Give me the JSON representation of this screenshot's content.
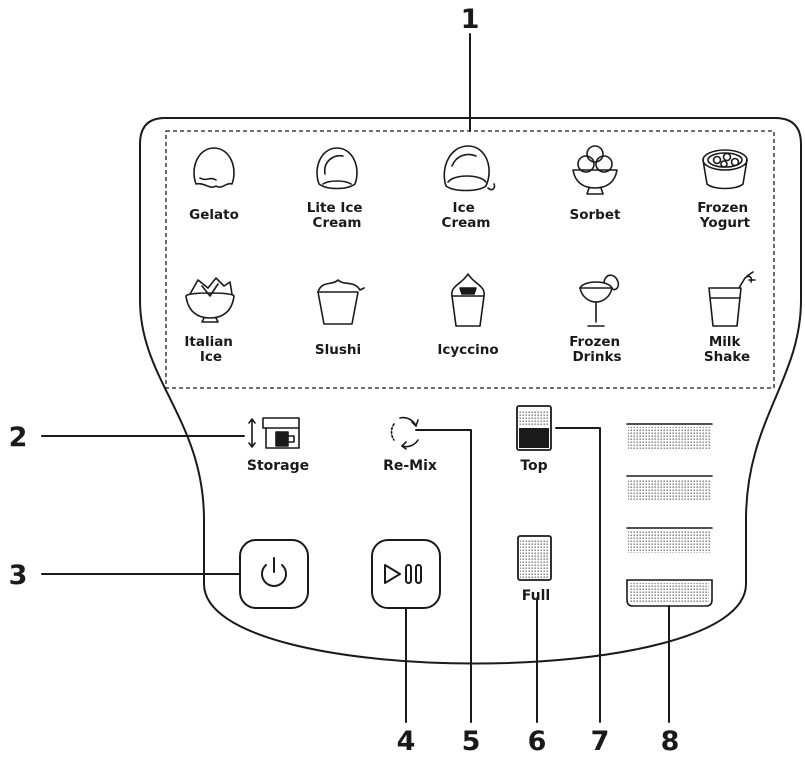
{
  "callouts": [
    "1",
    "2",
    "3",
    "4",
    "5",
    "6",
    "7",
    "8"
  ],
  "programs": [
    {
      "lines": [
        "Gelato"
      ],
      "icon": "gelato-scoop-icon"
    },
    {
      "lines": [
        "Lite Ice",
        "Cream"
      ],
      "icon": "lite-ice-cream-scoop-icon"
    },
    {
      "lines": [
        "Ice",
        "Cream"
      ],
      "icon": "ice-cream-scoop-icon"
    },
    {
      "lines": [
        "Sorbet"
      ],
      "icon": "sorbet-bowl-icon"
    },
    {
      "lines": [
        "Frozen",
        "Yogurt"
      ],
      "icon": "frozen-yogurt-cup-icon"
    },
    {
      "lines": [
        "Italian",
        "Ice"
      ],
      "icon": "italian-ice-bowl-icon"
    },
    {
      "lines": [
        "Slushi"
      ],
      "icon": "slushi-cup-icon"
    },
    {
      "lines": [
        "Icyccino"
      ],
      "icon": "icyccino-cup-icon"
    },
    {
      "lines": [
        "Frozen",
        "Drinks"
      ],
      "icon": "frozen-drink-glass-icon"
    },
    {
      "lines": [
        "Milk",
        "Shake"
      ],
      "icon": "milk-shake-glass-icon"
    }
  ],
  "controls": {
    "storage": "Storage",
    "remix": "Re-Mix",
    "top": "Top",
    "full": "Full"
  },
  "icons": {
    "storage": "storage-machine-icon",
    "remix": "remix-arrows-icon",
    "top": "top-fill-cup-icon",
    "full": "full-fill-cup-icon",
    "power": "power-icon",
    "playpause": "play-pause-icon"
  },
  "colors": {
    "ink": "#1a1a1a",
    "background": "#ffffff"
  }
}
